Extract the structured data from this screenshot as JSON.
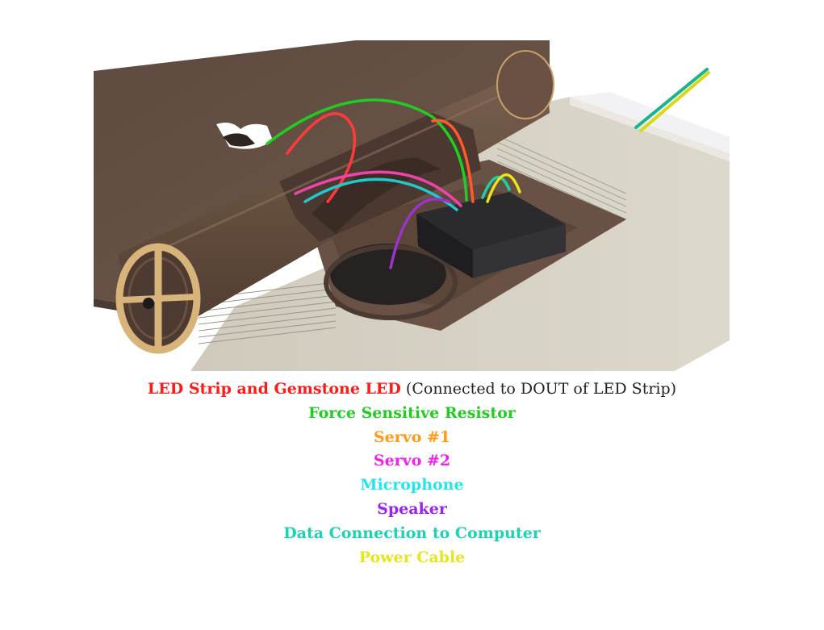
{
  "render": {
    "icon": "book-wiring-render"
  },
  "legend": {
    "items": [
      {
        "label": "LED Strip and Gemstone LED",
        "note": "(Connected to DOUT of LED Strip)",
        "color": "#ff1a1a"
      },
      {
        "label": "Force Sensitive Resistor",
        "color": "#22cc22"
      },
      {
        "label": "Servo #1",
        "color": "#ff9a1a"
      },
      {
        "label": "Servo #2",
        "color": "#ee22ee"
      },
      {
        "label": "Microphone",
        "color": "#22e6ee"
      },
      {
        "label": "Speaker",
        "color": "#9a22ee"
      },
      {
        "label": "Data Connection to Computer",
        "color": "#1ad2b4"
      },
      {
        "label": "Power Cable",
        "color": "#e6e61a"
      }
    ]
  }
}
